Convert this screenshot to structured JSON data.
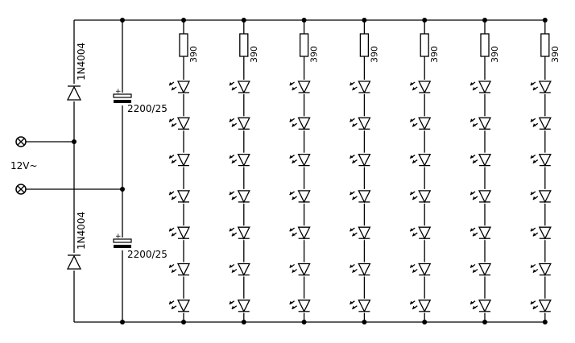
{
  "labels": {
    "diode_top": "1N4004",
    "diode_bottom": "1N4004",
    "cap_top": "2200/25",
    "cap_bottom": "2200/25",
    "input": "12V~",
    "cap_plus": "+"
  },
  "resistor_value": "390",
  "led_columns": 7,
  "leds_per_column": 7,
  "colors": {
    "ink": "#000000",
    "background": "#ffffff"
  }
}
